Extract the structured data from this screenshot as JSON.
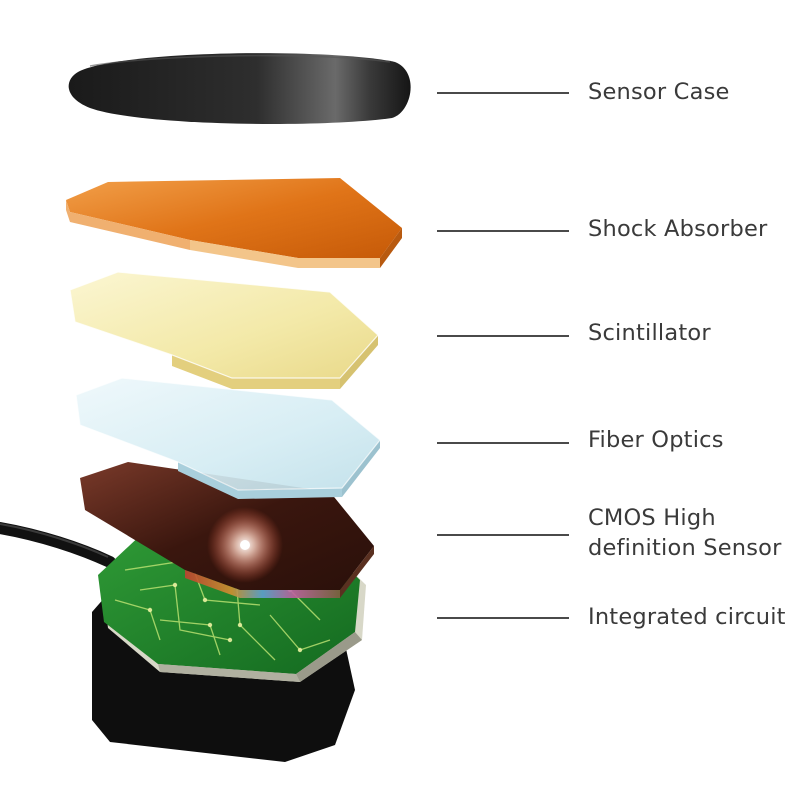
{
  "labels": {
    "sensor_case": "Sensor Case",
    "shock_absorber": "Shock Absorber",
    "scintillator": "Scintillator",
    "fiber_optics": "Fiber Optics",
    "cmos_line1": "CMOS High",
    "cmos_line2": "definition Sensor",
    "integrated_circuit": "Integrated circuit"
  },
  "colors": {
    "label_text": "#3a3a3a",
    "leader_line": "#4a4a4a",
    "case": "#2a2a2a",
    "shock_absorber": "#e07a1c",
    "scintillator": "#f6eeb8",
    "fiber_optics": "#d8eef4",
    "cmos": "#4a1e14",
    "circuit_board": "#1f7a2a",
    "base": "#0e0e0e"
  }
}
